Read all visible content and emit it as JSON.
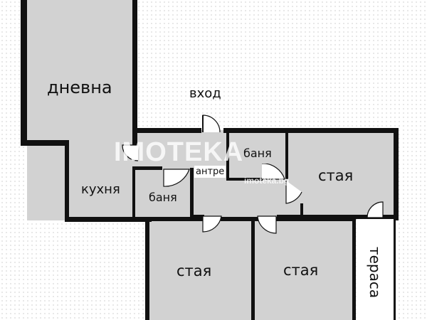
{
  "rooms": {
    "living": "дневна",
    "entry": "вход",
    "kitchen": "кухня",
    "bath1": "баня",
    "hall": "антре",
    "bath2": "баня",
    "room_right": "стая",
    "room_bottom_left": "стая",
    "room_bottom_mid": "стая",
    "terrace": "тераса"
  },
  "watermark": {
    "brand": "IMOTEKA",
    "url": "imoteka.bg"
  },
  "colors": {
    "wall": "#111111",
    "room_fill": "#d2d2d2",
    "terrace_fill": "#ffffff",
    "background": "#ffffff"
  }
}
